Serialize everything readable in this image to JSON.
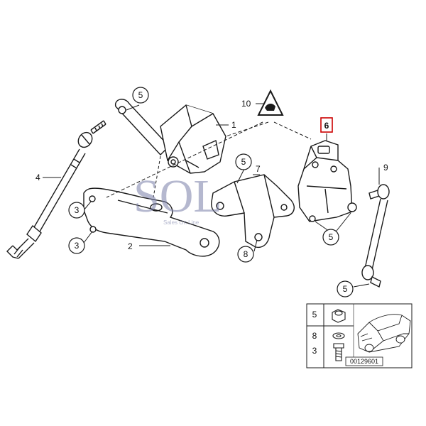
{
  "callouts": {
    "c5_top": "5",
    "c1": "1",
    "c10": "10",
    "c6": "6",
    "c4": "4",
    "c5_mid": "5",
    "c7": "7",
    "c9": "9",
    "c3_a": "3",
    "c3_b": "3",
    "c2": "2",
    "c8": "8",
    "c5_right": "5",
    "c5_bottom": "5"
  },
  "inset": {
    "rows": [
      "5",
      "8",
      "3"
    ],
    "code": "00129601"
  },
  "watermark": {
    "logo": "SOL",
    "tagline": "Sales On Line"
  },
  "colors": {
    "line": "#1a1a1a",
    "highlight": "#cc0000",
    "watermark": "#7a7fa8"
  }
}
